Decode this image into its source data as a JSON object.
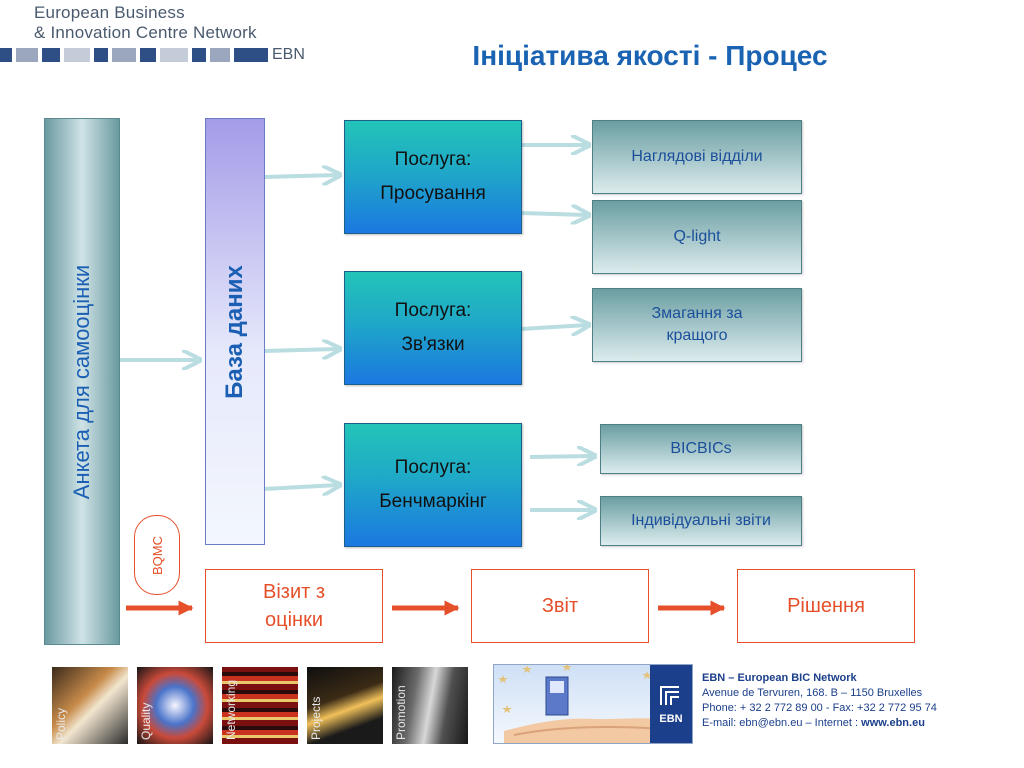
{
  "header": {
    "org_line1": "European Business",
    "org_line2": "& Innovation Centre Network",
    "ebn_label": "EBN",
    "title": "Ініціатива якості - Процес"
  },
  "diagram": {
    "survey_label": "Анкета для самооцінки",
    "database_label": "База даних",
    "services": [
      {
        "line1": "Послуга:",
        "line2": "Просування"
      },
      {
        "line1": "Послуга:",
        "line2": "Зв'язки"
      },
      {
        "line1": "Послуга:",
        "line2": "Бенчмаркінг"
      }
    ],
    "results": [
      "Наглядові відділи",
      "Q-light",
      "Змагання за кращого",
      "BICBICs",
      "Індивідуальні звіти"
    ],
    "bqmc_label": "BQMC",
    "process_steps": [
      "Візит з оцінки",
      "Звіт",
      "Рішення"
    ]
  },
  "footer": {
    "tiles": [
      "Policy",
      "Quality",
      "Networking",
      "Projects",
      "Promotion"
    ],
    "banner_logo_text": "EBN",
    "contact": {
      "org": "EBN – European BIC Network",
      "address": "Avenue de Tervuren, 168.  B – 1150 Bruxelles",
      "phone": "Phone: + 32 2 772 89 00 - Fax: +32 2 772 95 74",
      "email_prefix": "E-mail: ebn@ebn.eu – Internet : ",
      "website": "www.ebn.eu"
    }
  },
  "colors": {
    "title_blue": "#1a63b3",
    "accent_orange": "#e5502a",
    "service_teal": "#1fa8c8",
    "result_teal": "#a9c9cc",
    "arrow_light": "#b9dde0"
  }
}
